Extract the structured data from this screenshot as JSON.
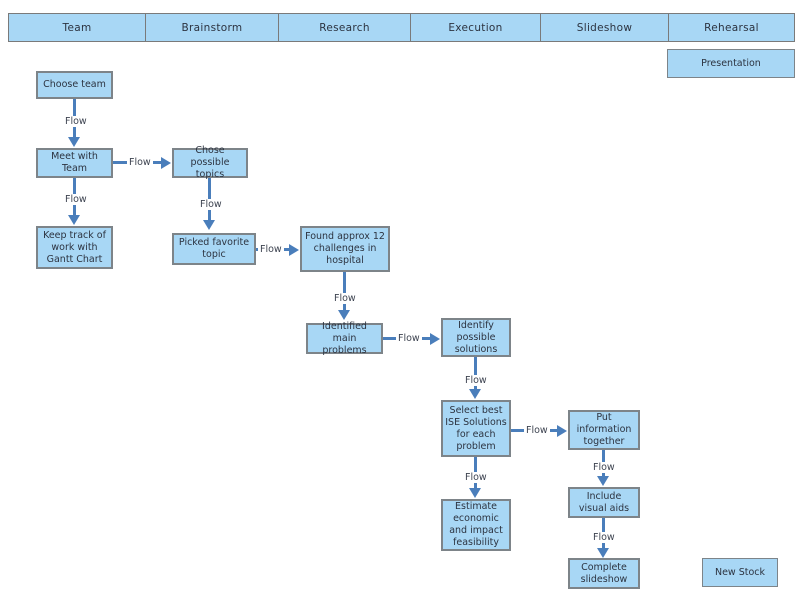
{
  "diagram": {
    "title": "Project Swimlane Flowchart",
    "colors": {
      "node_fill": "#a8d7f5",
      "node_border": "#7d8489",
      "header_fill": "#a8d7f5",
      "header_border": "#7a7a7a",
      "connector": "#4a7ebb",
      "label_text": "#3d4350",
      "canvas_background": "#ffffff"
    },
    "lanes": [
      {
        "id": "lane-team",
        "label": "Team"
      },
      {
        "id": "lane-brainstorm",
        "label": "Brainstorm"
      },
      {
        "id": "lane-research",
        "label": "Research"
      },
      {
        "id": "lane-execution",
        "label": "Execution"
      },
      {
        "id": "lane-slideshow",
        "label": "Slideshow"
      },
      {
        "id": "lane-rehearsal",
        "label": "Rehearsal"
      }
    ],
    "nodes": [
      {
        "id": "node-presentation",
        "label": "Presentation"
      },
      {
        "id": "node-choose-team",
        "label": "Choose team"
      },
      {
        "id": "node-meet-with-team",
        "label": "Meet with Team"
      },
      {
        "id": "node-keep-track",
        "label": "Keep track of work with Gantt Chart"
      },
      {
        "id": "node-chose-possible-topics",
        "label": "Chose possible topics"
      },
      {
        "id": "node-picked-favorite-topic",
        "label": "Picked favorite topic"
      },
      {
        "id": "node-found-challenges",
        "label": "Found approx 12 challenges in hospital"
      },
      {
        "id": "node-identified-main-problems",
        "label": "Identified main problems"
      },
      {
        "id": "node-identify-possible-solutions",
        "label": "Identify possible solutions"
      },
      {
        "id": "node-select-best-ise",
        "label": "Select best ISE Solutions for each problem"
      },
      {
        "id": "node-estimate-feasibility",
        "label": "Estimate economic and impact feasibility"
      },
      {
        "id": "node-put-information-together",
        "label": "Put information together"
      },
      {
        "id": "node-include-visual-aids",
        "label": "Include visual aids"
      },
      {
        "id": "node-complete-slideshow",
        "label": "Complete slideshow"
      },
      {
        "id": "node-new-stock",
        "label": "New Stock"
      }
    ],
    "connectors": [
      {
        "id": "flow-choose-to-meet",
        "label": "Flow",
        "from": "node-choose-team",
        "to": "node-meet-with-team"
      },
      {
        "id": "flow-meet-to-chose",
        "label": "Flow",
        "from": "node-meet-with-team",
        "to": "node-chose-possible-topics"
      },
      {
        "id": "flow-meet-to-keep",
        "label": "Flow",
        "from": "node-meet-with-team",
        "to": "node-keep-track"
      },
      {
        "id": "flow-chose-to-picked",
        "label": "Flow",
        "from": "node-chose-possible-topics",
        "to": "node-picked-favorite-topic"
      },
      {
        "id": "flow-picked-to-found",
        "label": "Flow",
        "from": "node-picked-favorite-topic",
        "to": "node-found-challenges"
      },
      {
        "id": "flow-found-to-identified",
        "label": "Flow",
        "from": "node-found-challenges",
        "to": "node-identified-main-problems"
      },
      {
        "id": "flow-identified-to-identify",
        "label": "Flow",
        "from": "node-identified-main-problems",
        "to": "node-identify-possible-solutions"
      },
      {
        "id": "flow-identify-to-select",
        "label": "Flow",
        "from": "node-identify-possible-solutions",
        "to": "node-select-best-ise"
      },
      {
        "id": "flow-select-to-put",
        "label": "Flow",
        "from": "node-select-best-ise",
        "to": "node-put-information-together"
      },
      {
        "id": "flow-select-to-estimate",
        "label": "Flow",
        "from": "node-select-best-ise",
        "to": "node-estimate-feasibility"
      },
      {
        "id": "flow-put-to-include",
        "label": "Flow",
        "from": "node-put-information-together",
        "to": "node-include-visual-aids"
      },
      {
        "id": "flow-include-to-complete",
        "label": "Flow",
        "from": "node-include-visual-aids",
        "to": "node-complete-slideshow"
      }
    ]
  }
}
